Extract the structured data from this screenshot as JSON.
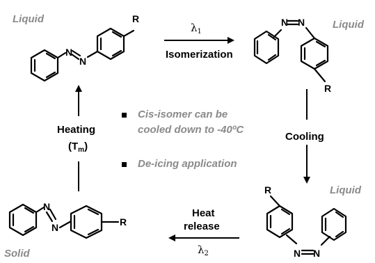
{
  "phases": {
    "top_left": "Liquid",
    "top_right": "Liquid",
    "bottom_right": "Liquid",
    "bottom_left": "Solid"
  },
  "processes": {
    "isomerization": "Isomerization",
    "cooling": "Cooling",
    "heat_release_line1": "Heat",
    "heat_release_line2": "release",
    "heating_line1": "Heating",
    "heating_paren_open": "(T",
    "heating_sub": "m",
    "heating_paren_close": ")"
  },
  "wavelengths": {
    "lambda1": {
      "symbol": "λ",
      "sub": "1"
    },
    "lambda2": {
      "symbol": "λ",
      "sub": "2"
    }
  },
  "notes": {
    "bullet1_line1": "Cis-isomer can be",
    "bullet1_line2": "cooled down to -40ºC",
    "bullet2": "De-icing application"
  },
  "atoms": {
    "substituent": "R",
    "nitrogen": "N"
  }
}
